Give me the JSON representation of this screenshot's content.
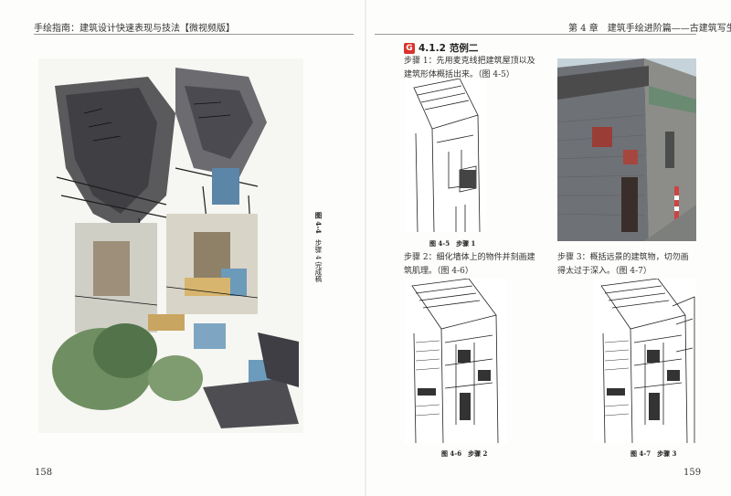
{
  "left_page": {
    "running_head": "手绘指南：建筑设计快速表现与技法【微视频版】",
    "page_number": "158",
    "figure": {
      "number": "图 4-4",
      "caption": "步骤 4 完成稿"
    }
  },
  "right_page": {
    "running_head": "第 4 章　建筑手绘进阶篇——古建筑写生",
    "page_number": "159",
    "section": {
      "icon_glyph": "G",
      "number": "4.1.2",
      "title": "范例二"
    },
    "step1_text": "步骤 1：先用麦克线把建筑屋顶以及建筑形体概括出来。（图 4-5）",
    "step2_text": "步骤 2：细化墙体上的物件并刻画建筑肌理。（图 4-6）",
    "step3_text": "步骤 3：概括远景的建筑物，切勿画得太过于深入。（图 4-7）",
    "fig_4_5_caption": "图 4-5　步骤 1",
    "fig_4_6_caption": "图 4-6　步骤 2",
    "fig_4_7_caption": "图 4-7　步骤 3"
  },
  "colors": {
    "accent_red": "#d9342b",
    "ink": "#222222"
  }
}
